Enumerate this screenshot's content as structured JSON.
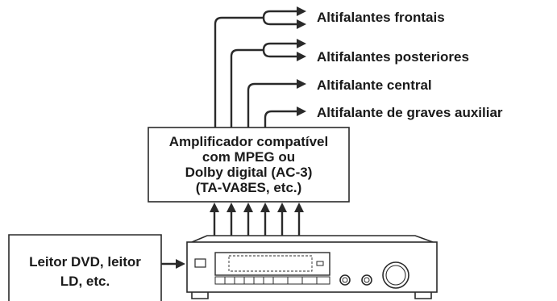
{
  "speakers": {
    "front": "Altifalantes frontais",
    "rear": "Altifalantes posteriores",
    "center": "Altifalante central",
    "subwoofer": "Altifalante de graves auxiliar"
  },
  "amplifier": {
    "lines": [
      "Amplificador compatível",
      "com MPEG ou",
      "Dolby digital (AC-3)",
      "(TA-VA8ES, etc.)"
    ]
  },
  "source": {
    "lines": [
      "Leitor DVD, leitor",
      "LD, etc."
    ]
  }
}
